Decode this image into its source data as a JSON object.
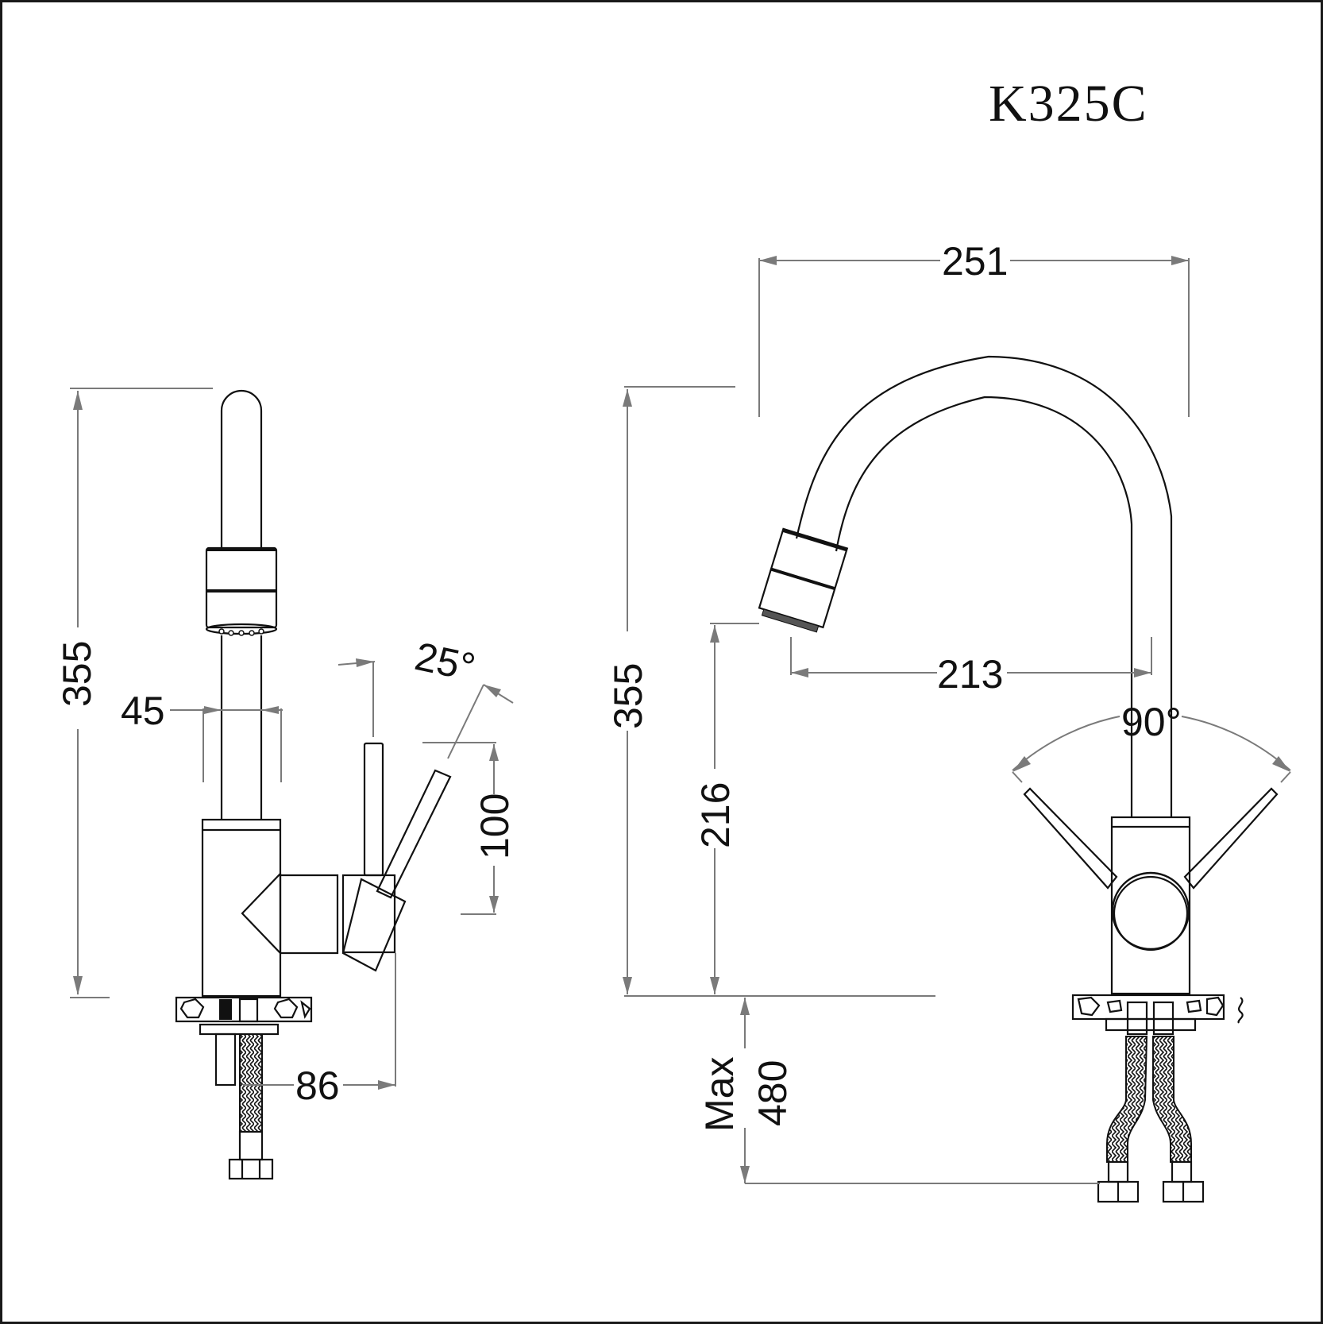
{
  "drawing": {
    "model": "K325C",
    "line_color": "#111111",
    "dimension_color": "#7a7a7a",
    "side_view": {
      "height": "355",
      "spout_diameter": "45",
      "handle_height": "100",
      "handle_angle": "25°",
      "base_depth": "86"
    },
    "front_view": {
      "height": "355",
      "spout_span": "251",
      "spout_reach": "213",
      "outlet_height": "216",
      "handle_rotation": "90°",
      "hose_length_label": "Max",
      "hose_length": "480"
    }
  }
}
